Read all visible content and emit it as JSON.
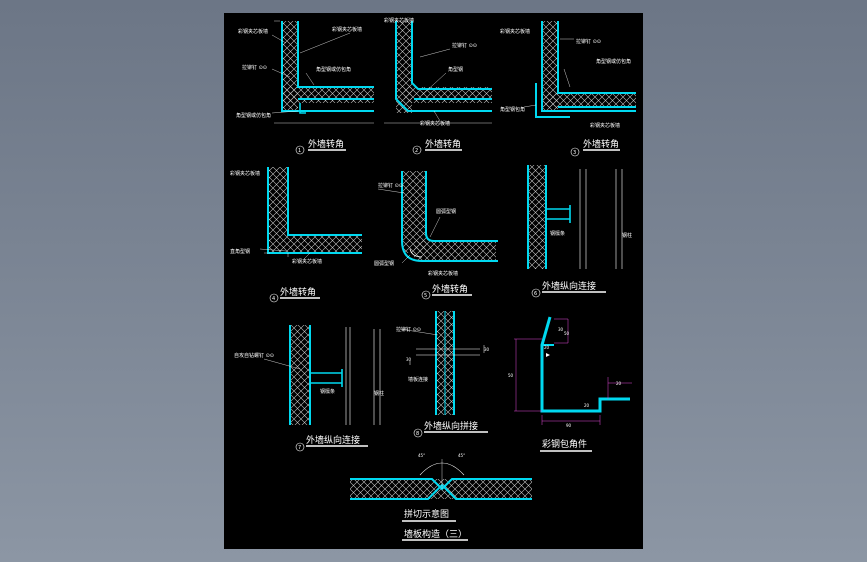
{
  "details": [
    {
      "num": "1",
      "caption": "外墙转角",
      "labels": [
        "彩钢夹芯板墙",
        "拉铆钉 ⊙⊙",
        "角型钢或仿包角",
        "角型钢或仿包角",
        "彩钢夹芯板墙"
      ]
    },
    {
      "num": "2",
      "caption": "外墙转角",
      "labels": [
        "彩钢夹芯板墙",
        "拉铆钉 ⊙⊙",
        "角型钢",
        "彩钢夹芯板墙"
      ]
    },
    {
      "num": "3",
      "caption": "外墙转角",
      "labels": [
        "彩钢夹芯板墙",
        "拉铆钉 ⊙⊙",
        "角型钢或仿包角",
        "角型钢包角",
        "彩钢夹芯板墙"
      ]
    },
    {
      "num": "4",
      "caption": "外墙转角",
      "labels": [
        "彩钢夹芯板墙",
        "直角型钢",
        "彩钢夹芯板墙"
      ]
    },
    {
      "num": "5",
      "caption": "外墙转角",
      "labels": [
        "拉铆钉 ⊙⊙",
        "圆弧型钢",
        "圆弧型钢",
        "彩钢夹芯板墙"
      ]
    },
    {
      "num": "6",
      "caption": "外墙纵向连接",
      "labels": [
        "钢檩条",
        "钢柱"
      ]
    },
    {
      "num": "7",
      "caption": "外墙纵向连接",
      "labels": [
        "自攻自钻螺钉 ⊙⊙",
        "钢檩条",
        "钢柱"
      ]
    },
    {
      "num": "8",
      "caption": "外墙纵向拼接",
      "labels": [
        "拉铆钉 ⊙⊙",
        "30",
        "30",
        "墙板连接"
      ]
    },
    {
      "num": "",
      "caption": "彩钢包角件",
      "labels": [
        "30",
        "50",
        "20",
        "20",
        "20",
        "50",
        "90"
      ]
    },
    {
      "num": "",
      "caption": "拼切示意图",
      "labels": [
        "45°",
        "45°"
      ]
    }
  ],
  "sheet_title": "墙板构造（三）",
  "colors": {
    "panel": "#00d9f0",
    "hatch": "#c8c8c8",
    "sheet": "#000000",
    "desktop": "#7a8494",
    "dim": "#e24ad6"
  }
}
